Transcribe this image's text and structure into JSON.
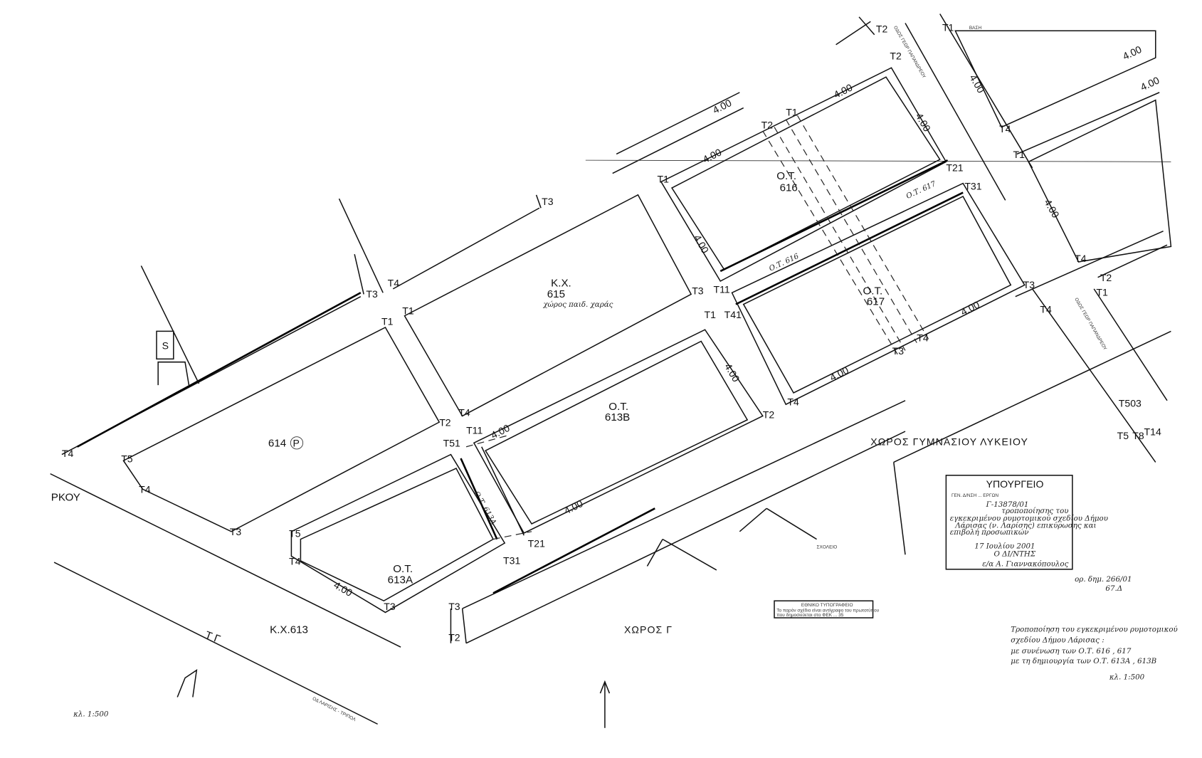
{
  "blocks": {
    "b614": "614",
    "b614_mark": "P",
    "b615_a": "Κ.Χ.",
    "b615_b": "615",
    "b615_note": "χώρος παιδ. χαράς",
    "b616_a": "Ο.Τ.",
    "b616_b": "616",
    "b617_a": "Ο.Τ.",
    "b617_b": "617",
    "b613B_a": "Ο.Τ.",
    "b613B_b": "613Β",
    "b613A_a": "Ο.Τ.",
    "b613A_b": "613Α",
    "kx613": "Κ.Χ.613",
    "ot617_note": "Ο.Τ. 617",
    "ot616_note": "Ο.Τ. 616",
    "ot613A_note": "Ο.Τ. 613Α"
  },
  "areas": {
    "gymnasium": "ΧΩΡΟΣ ΓΥΜΝΑΣΙΟΥ ΛΥΚΕΙΟΥ",
    "choros_g": "ΧΩΡΟΣ Γ",
    "school": "ΣΧΟΛΕΙΟ",
    "street_left": "ΡΚΟΥ",
    "street_bottom": "ΟΔ ΛΑΡΙΣΗΣ - ΤΡΙΠΟΛ",
    "street_top": "ΟΔΟΣ ΓΕΩΡ ΠΑΠΑΝΔΡΕΟΥ",
    "street_right": "ΟΔΟΣ ΓΕΩΡ ΠΑΠΑΝΔΡΕΟΥ",
    "basi": "ΒΑΣΗ"
  },
  "dims": [
    "4.00",
    "4.00",
    "4.00",
    "4.00",
    "4.00",
    "4.00",
    "4.00",
    "4.00",
    "4.00",
    "4.00",
    "4.00",
    "4.00",
    "4.00",
    "4.00",
    "4.00",
    "4.00"
  ],
  "points": [
    "T1",
    "T2",
    "T3",
    "T4",
    "T5",
    "T11",
    "T21",
    "T31",
    "T41",
    "T51",
    "T14",
    "T8",
    "T503"
  ],
  "stamp": {
    "title": "ΥΠΟΥΡΓΕΙΟ",
    "line1": "ΓΕΝ. Δ/ΝΣΗ ... ΕΡΓΩΝ",
    "ref": "Γ-13878/01",
    "line2": "τροποποίησης του",
    "line3": "εγκεκριμένου ρυμοτομικού σχεδίου Δήμου",
    "line4": "Λάρισας (ν. Λαρίσης) επικύρωσης και",
    "line5": "επιβολή προσωπικών",
    "date": "17 Ιουλίου 2001",
    "director": "Ο ΔΙ/ΝΤΗΣ",
    "sign": "ε/α  Α. Γιαννακόπουλος"
  },
  "gazette": {
    "line1": "ορ. δημ. 266/01",
    "line2": "67.Δ"
  },
  "printer_stamp": {
    "title": "ΕΘΝΙΚΟ ΤΥΠΟΓΡΑΦΕΙΟ",
    "line1": "Το παρόν σχέδιο είναι αντίγραφο του πρωτοτύπου",
    "line2": "που δημοσιεύεται στο ΦΕΚ ... 35"
  },
  "title_block": {
    "line1": "Τροποποίηση του εγκεκριμένου ρυμοτομικού",
    "line2": "σχεδίου Δήμου Λάρισας :",
    "line3": "με συνένωση των Ο.Τ. 616 , 617",
    "line4": "με τη δημιουργία των Ο.Τ. 613Α , 613Β",
    "scale": "κλ. 1:500"
  },
  "scale_left": "κλ. 1:500",
  "misc": {
    "s_mark": "S",
    "tr_mark": "Τ Γ"
  }
}
